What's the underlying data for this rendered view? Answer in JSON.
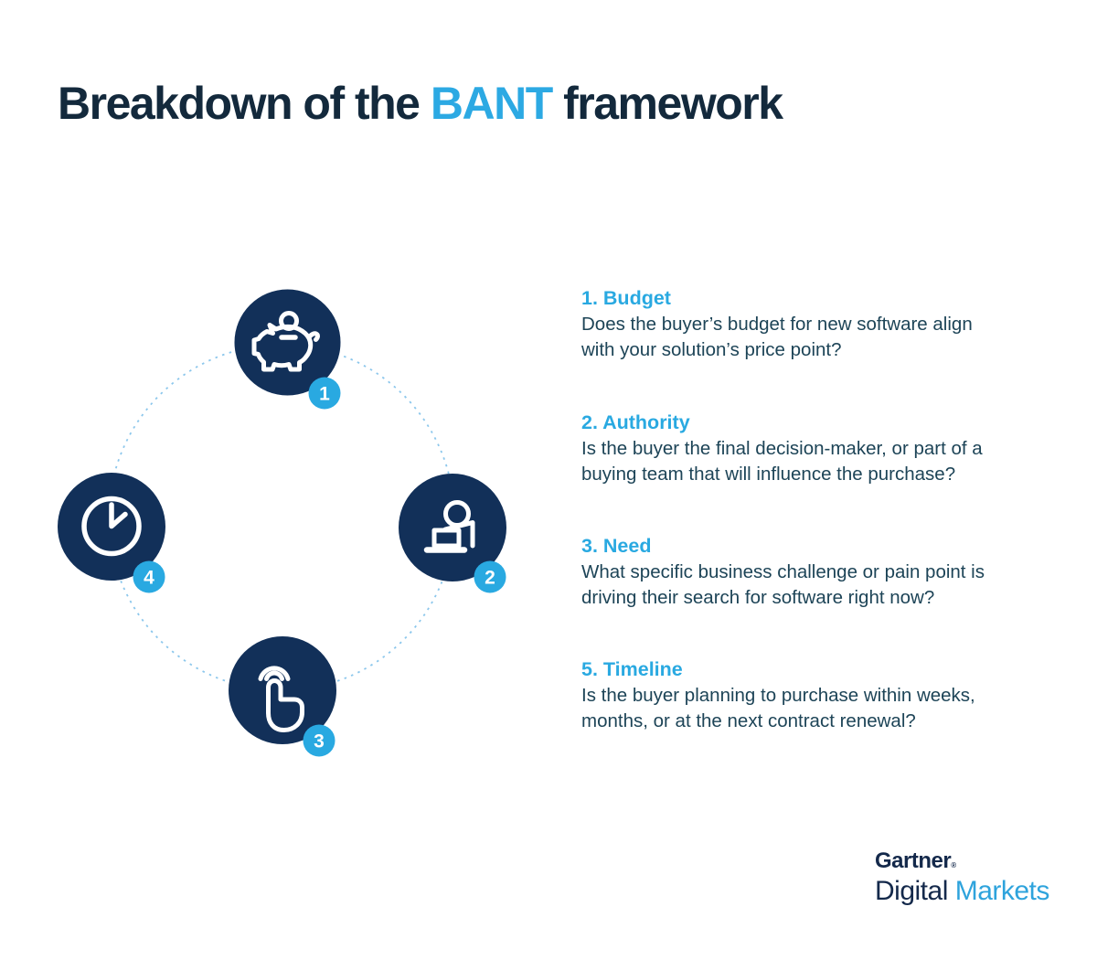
{
  "title": {
    "prefix": "Breakdown of the ",
    "highlight": "BANT",
    "suffix": " framework"
  },
  "diagram": {
    "badges": [
      "1",
      "2",
      "3",
      "4"
    ],
    "icons": [
      "piggy-bank-icon",
      "presenter-desk-icon",
      "tap-finger-icon",
      "clock-icon"
    ]
  },
  "sections": [
    {
      "heading": "1. Budget",
      "line1": "Does the buyer’s budget for new software align",
      "line2": "with your solution’s price point?"
    },
    {
      "heading": "2. Authority",
      "line1": "Is the buyer the final decision-maker, or part of a",
      "line2": "buying team that will influence the purchase?"
    },
    {
      "heading": "3. Need",
      "line1": "What specific business challenge or pain point is",
      "line2": "driving their search for software right now?"
    },
    {
      "heading": "5. Timeline",
      "line1": "Is the buyer planning to purchase within weeks,",
      "line2": "months, or at the next contract renewal?"
    }
  ],
  "logo": {
    "brand": "Gartner",
    "registered": "®",
    "digital": "Digital",
    "markets": " Markets"
  },
  "colors": {
    "title_navy": "#13293C",
    "accent_blue": "#29A9E1",
    "body_text": "#1D4457",
    "node_navy": "#123059",
    "dashed_ring": "#8CC7EC",
    "logo_navy": "#14294B",
    "markets_blue": "#2EA3DC",
    "icon_white": "#FFFFFF"
  }
}
